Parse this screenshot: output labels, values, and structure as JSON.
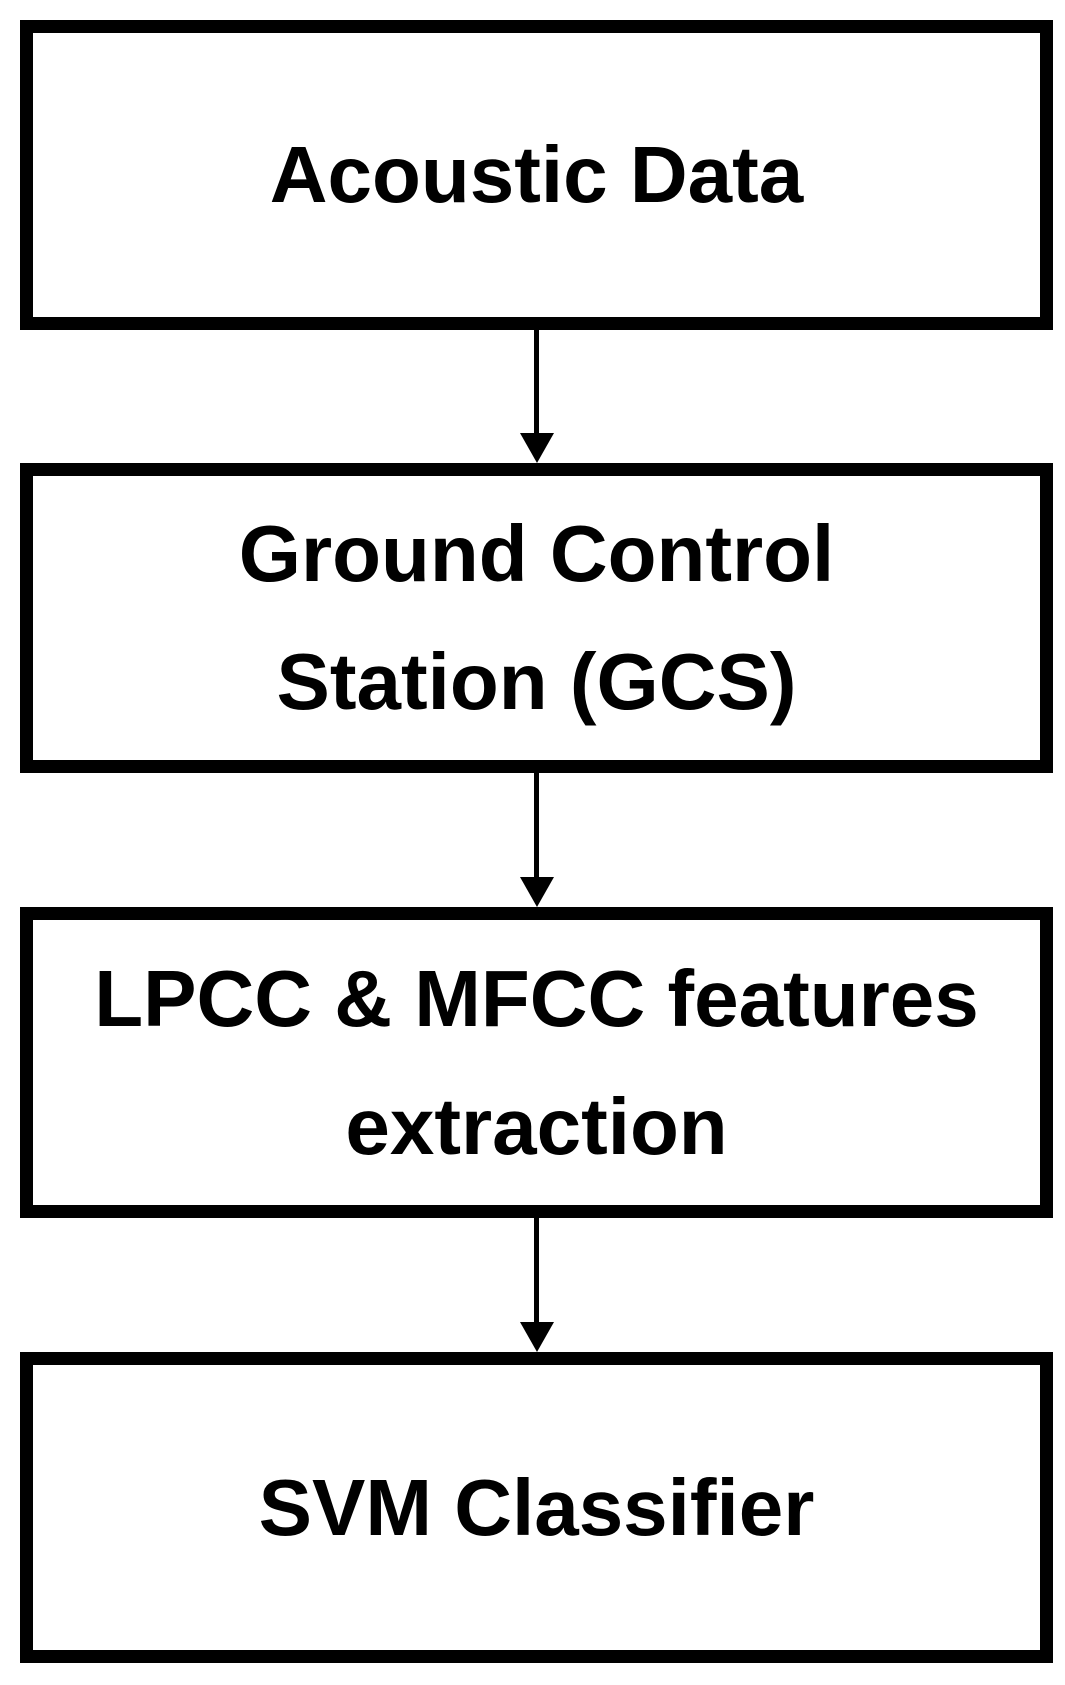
{
  "diagram": {
    "type": "flowchart",
    "direction": "top-down",
    "colors": {
      "node_border": "#000000",
      "node_fill": "#ffffff",
      "text": "#000000",
      "arrow": "#000000",
      "background": "#ffffff"
    },
    "nodes": [
      {
        "id": "acoustic-data",
        "lines": [
          "Acoustic Data"
        ]
      },
      {
        "id": "ground-control-station",
        "lines": [
          "Ground Control",
          "Station (GCS)"
        ]
      },
      {
        "id": "feature-extraction",
        "lines": [
          "LPCC & MFCC features",
          "extraction"
        ]
      },
      {
        "id": "svm-classifier",
        "lines": [
          "SVM Classifier"
        ]
      }
    ],
    "edges": [
      {
        "from": "acoustic-data",
        "to": "ground-control-station"
      },
      {
        "from": "ground-control-station",
        "to": "feature-extraction"
      },
      {
        "from": "feature-extraction",
        "to": "svm-classifier"
      }
    ]
  }
}
